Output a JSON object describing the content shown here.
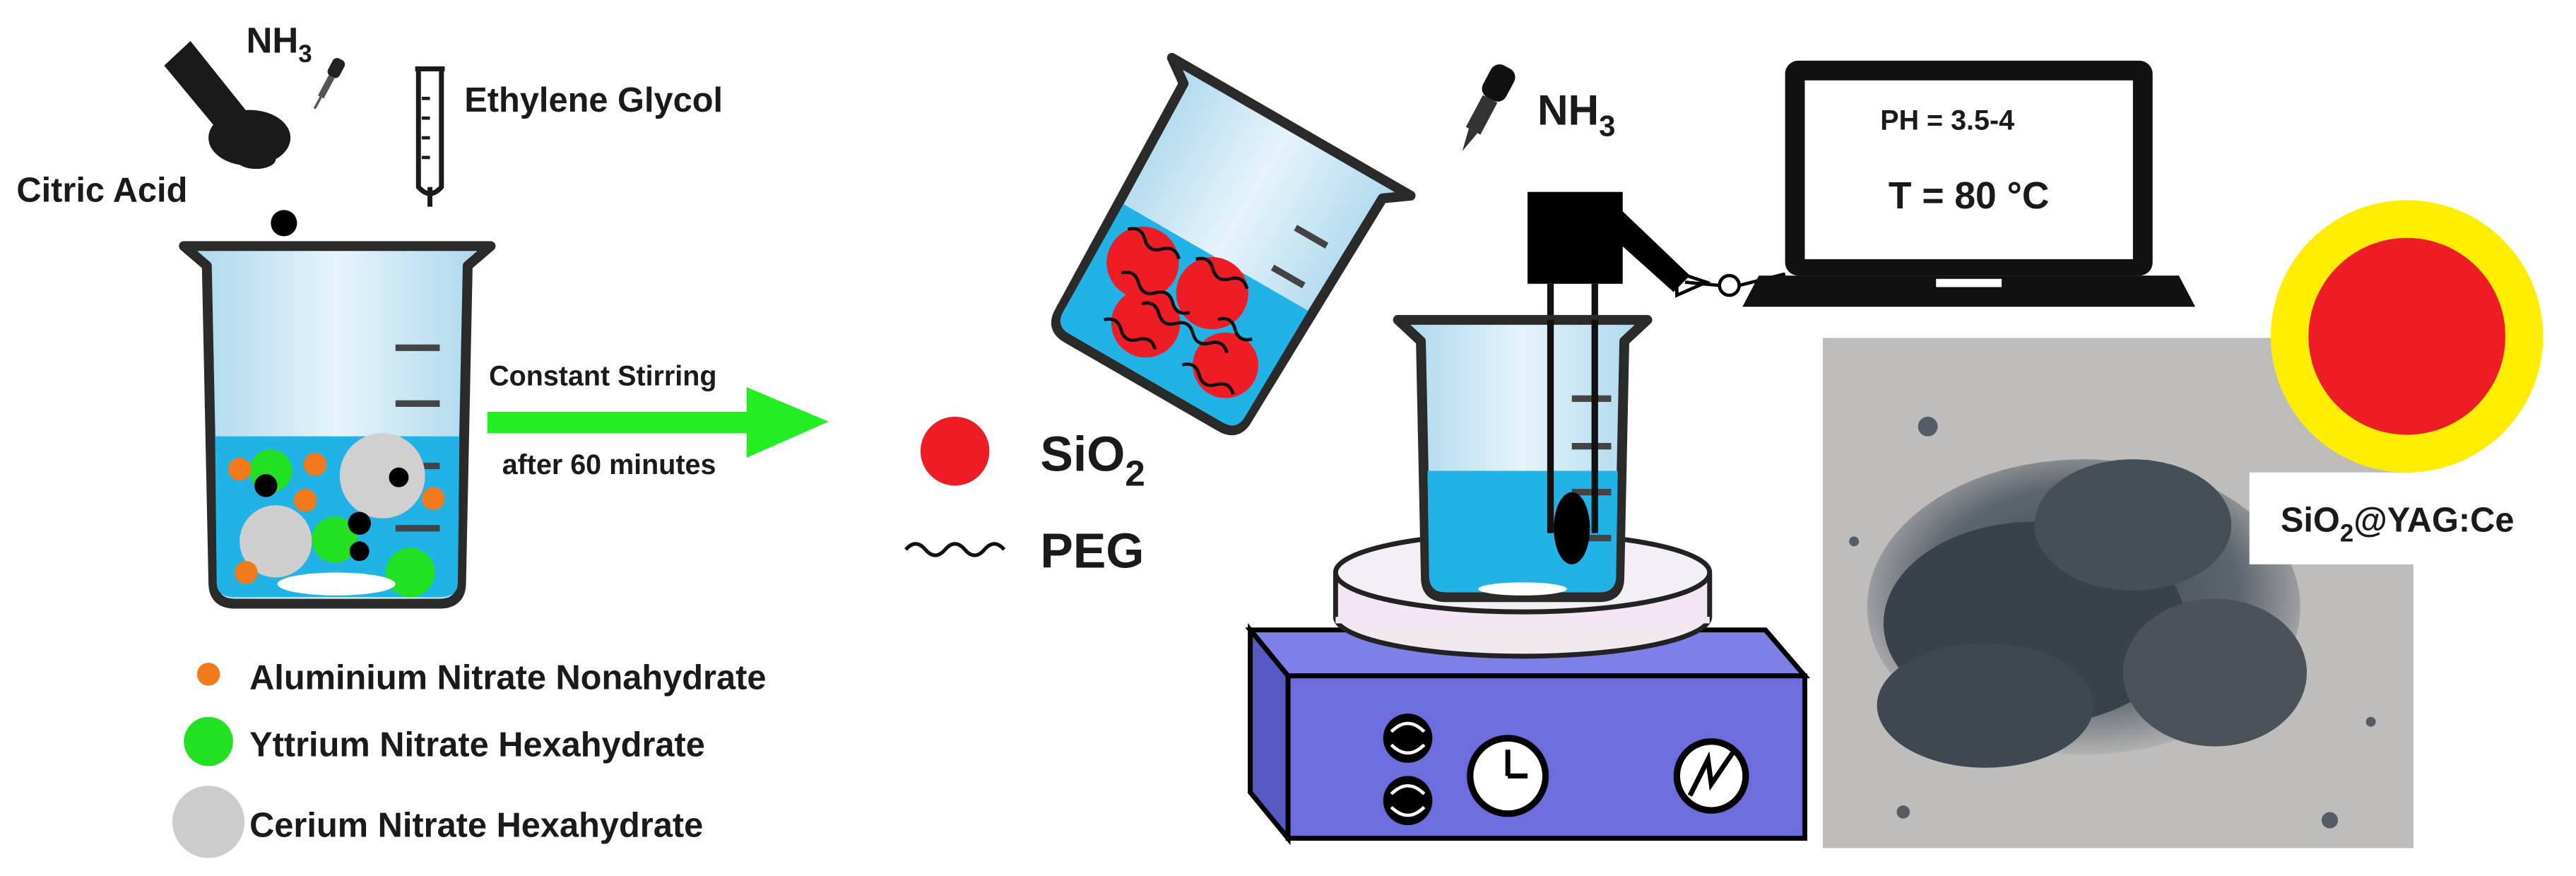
{
  "reagents": {
    "ammonia": {
      "text": "NH",
      "sub": "3"
    },
    "citric_acid": "Citric Acid",
    "ethylene_glycol": "Ethylene Glycol"
  },
  "arrow": {
    "top_label": "Constant Stirring",
    "bottom_label": "after 60 minutes",
    "color": "#22ee22"
  },
  "legend_left": [
    {
      "label": "Aluminium Nitrate Nonahydrate",
      "color": "#f07a1c"
    },
    {
      "label": "Yttrium Nitrate Hexahydrate",
      "color": "#22e022"
    },
    {
      "label": "Cerium Nitrate Hexahydrate",
      "color": "#c8c8c8"
    }
  ],
  "legend_mid": {
    "sio2": {
      "text": "SiO",
      "sub": "2",
      "color": "#ee1c24"
    },
    "peg": "PEG"
  },
  "ammonia_dropper": {
    "text": "NH",
    "sub": "3"
  },
  "laptop": {
    "ph": "PH = 3.5-4",
    "temp": "T = 80 °C"
  },
  "product": {
    "pre": "SiO",
    "sub": "2",
    "post": "@YAG:Ce",
    "core_color": "#ee1c24",
    "shell_color": "#ffee00"
  }
}
